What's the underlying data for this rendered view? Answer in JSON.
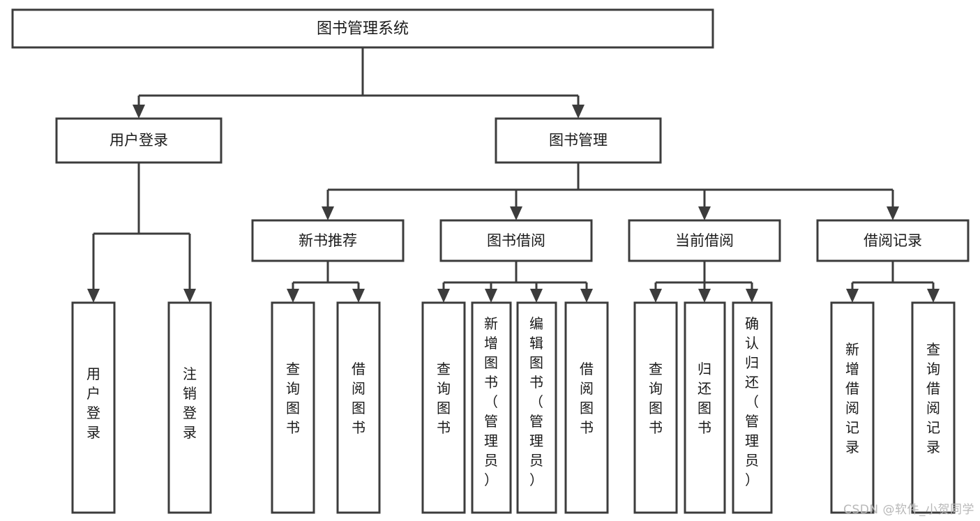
{
  "diagram": {
    "type": "tree",
    "title": "图书管理系统",
    "root": {
      "id": "root",
      "label": "图书管理系统",
      "orientation": "horizontal"
    },
    "level2": [
      {
        "id": "user-login",
        "label": "用户登录",
        "orientation": "horizontal"
      },
      {
        "id": "book-manage",
        "label": "图书管理",
        "orientation": "horizontal"
      }
    ],
    "level3": [
      {
        "id": "new-book-recommend",
        "label": "新书推荐",
        "parent": "book-manage",
        "orientation": "horizontal"
      },
      {
        "id": "book-borrow",
        "label": "图书借阅",
        "parent": "book-manage",
        "orientation": "horizontal"
      },
      {
        "id": "current-borrow",
        "label": "当前借阅",
        "parent": "book-manage",
        "orientation": "horizontal"
      },
      {
        "id": "borrow-record",
        "label": "借阅记录",
        "parent": "book-manage",
        "orientation": "horizontal"
      }
    ],
    "leaves": [
      {
        "id": "leaf-user-login",
        "label": "用户登录",
        "parent": "user-login",
        "orientation": "vertical"
      },
      {
        "id": "leaf-logout",
        "label": "注销登录",
        "parent": "user-login",
        "orientation": "vertical"
      },
      {
        "id": "leaf-query-book-1",
        "label": "查询图书",
        "parent": "new-book-recommend",
        "orientation": "vertical"
      },
      {
        "id": "leaf-borrow-book-1",
        "label": "借阅图书",
        "parent": "new-book-recommend",
        "orientation": "vertical"
      },
      {
        "id": "leaf-query-book-2",
        "label": "查询图书",
        "parent": "book-borrow",
        "orientation": "vertical"
      },
      {
        "id": "leaf-add-book",
        "label": "新增图书（管理员）",
        "parent": "book-borrow",
        "orientation": "vertical"
      },
      {
        "id": "leaf-edit-book",
        "label": "编辑图书（管理员）",
        "parent": "book-borrow",
        "orientation": "vertical"
      },
      {
        "id": "leaf-borrow-book-2",
        "label": "借阅图书",
        "parent": "book-borrow",
        "orientation": "vertical"
      },
      {
        "id": "leaf-query-book-3",
        "label": "查询图书",
        "parent": "current-borrow",
        "orientation": "vertical"
      },
      {
        "id": "leaf-return-book",
        "label": "归还图书",
        "parent": "current-borrow",
        "orientation": "vertical"
      },
      {
        "id": "leaf-confirm-return",
        "label": "确认归还（管理员）",
        "parent": "current-borrow",
        "orientation": "vertical"
      },
      {
        "id": "leaf-add-record",
        "label": "新增借阅记录",
        "parent": "borrow-record",
        "orientation": "vertical"
      },
      {
        "id": "leaf-query-record",
        "label": "查询借阅记录",
        "parent": "borrow-record",
        "orientation": "vertical"
      }
    ]
  },
  "colors": {
    "line": "#3c3c3c",
    "box_fill": "#ffffff",
    "text": "#1a1a1a",
    "background": "#ffffff",
    "watermark": "#b8b8b8"
  },
  "watermark": {
    "text": "CSDN @软件_小贺同学"
  }
}
